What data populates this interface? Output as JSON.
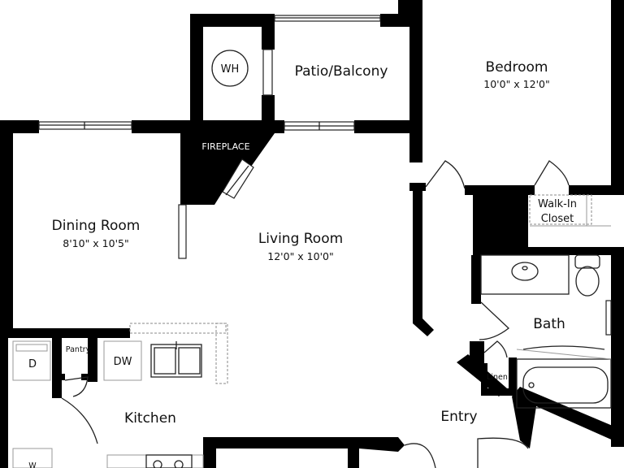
{
  "rooms": {
    "bedroom": {
      "name": "Bedroom",
      "dims": "10'0\" x 12'0\""
    },
    "patio": {
      "name": "Patio/Balcony"
    },
    "dining": {
      "name": "Dining Room",
      "dims": "8'10\" x 10'5\""
    },
    "living": {
      "name": "Living Room",
      "dims": "12'0\" x 10'0\""
    },
    "kitchen": {
      "name": "Kitchen"
    },
    "entry": {
      "name": "Entry"
    },
    "bath": {
      "name": "Bath"
    },
    "walkin_closet": {
      "line1": "Walk-In",
      "line2": "Closet"
    },
    "pantry": {
      "name": "Pantry"
    },
    "linen": {
      "name": "Linen"
    }
  },
  "fixtures": {
    "water_heater": "WH",
    "fireplace": "FIREPLACE",
    "dryer": "D",
    "dishwasher": "DW",
    "washer": "W"
  }
}
